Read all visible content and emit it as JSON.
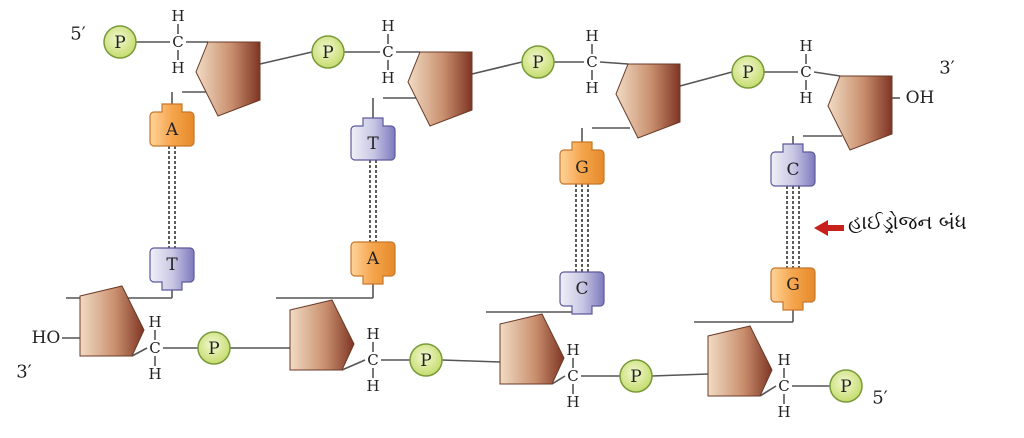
{
  "strand_top": {
    "end_left": "5′",
    "end_right": "3′",
    "terminal_group": "OH",
    "phosphate_label": "P",
    "methylene_c": "C",
    "methylene_h": "H"
  },
  "strand_bottom": {
    "end_left": "3′",
    "end_right": "5′",
    "terminal_group": "HO",
    "phosphate_label": "P",
    "methylene_c": "C",
    "methylene_h": "H"
  },
  "base_pairs": [
    {
      "top": "A",
      "bottom": "T",
      "bonds": 2
    },
    {
      "top": "T",
      "bottom": "A",
      "bonds": 2
    },
    {
      "top": "G",
      "bottom": "C",
      "bonds": 3
    },
    {
      "top": "C",
      "bottom": "G",
      "bonds": 3
    }
  ],
  "annotation": {
    "label": "હાઈડ્રોજન બંધ"
  },
  "colors": {
    "phosphate_fill": "#d6e98a",
    "phosphate_stroke": "#7a9a3a",
    "sugar_light": "#e8c9a8",
    "sugar_dark": "#8a3f2a",
    "purine": "#f2a24a",
    "pyrimidine_light": "#d9d9ec",
    "pyrimidine_dark": "#7b78b8",
    "arrow": "#c8201c",
    "line": "#555555"
  }
}
